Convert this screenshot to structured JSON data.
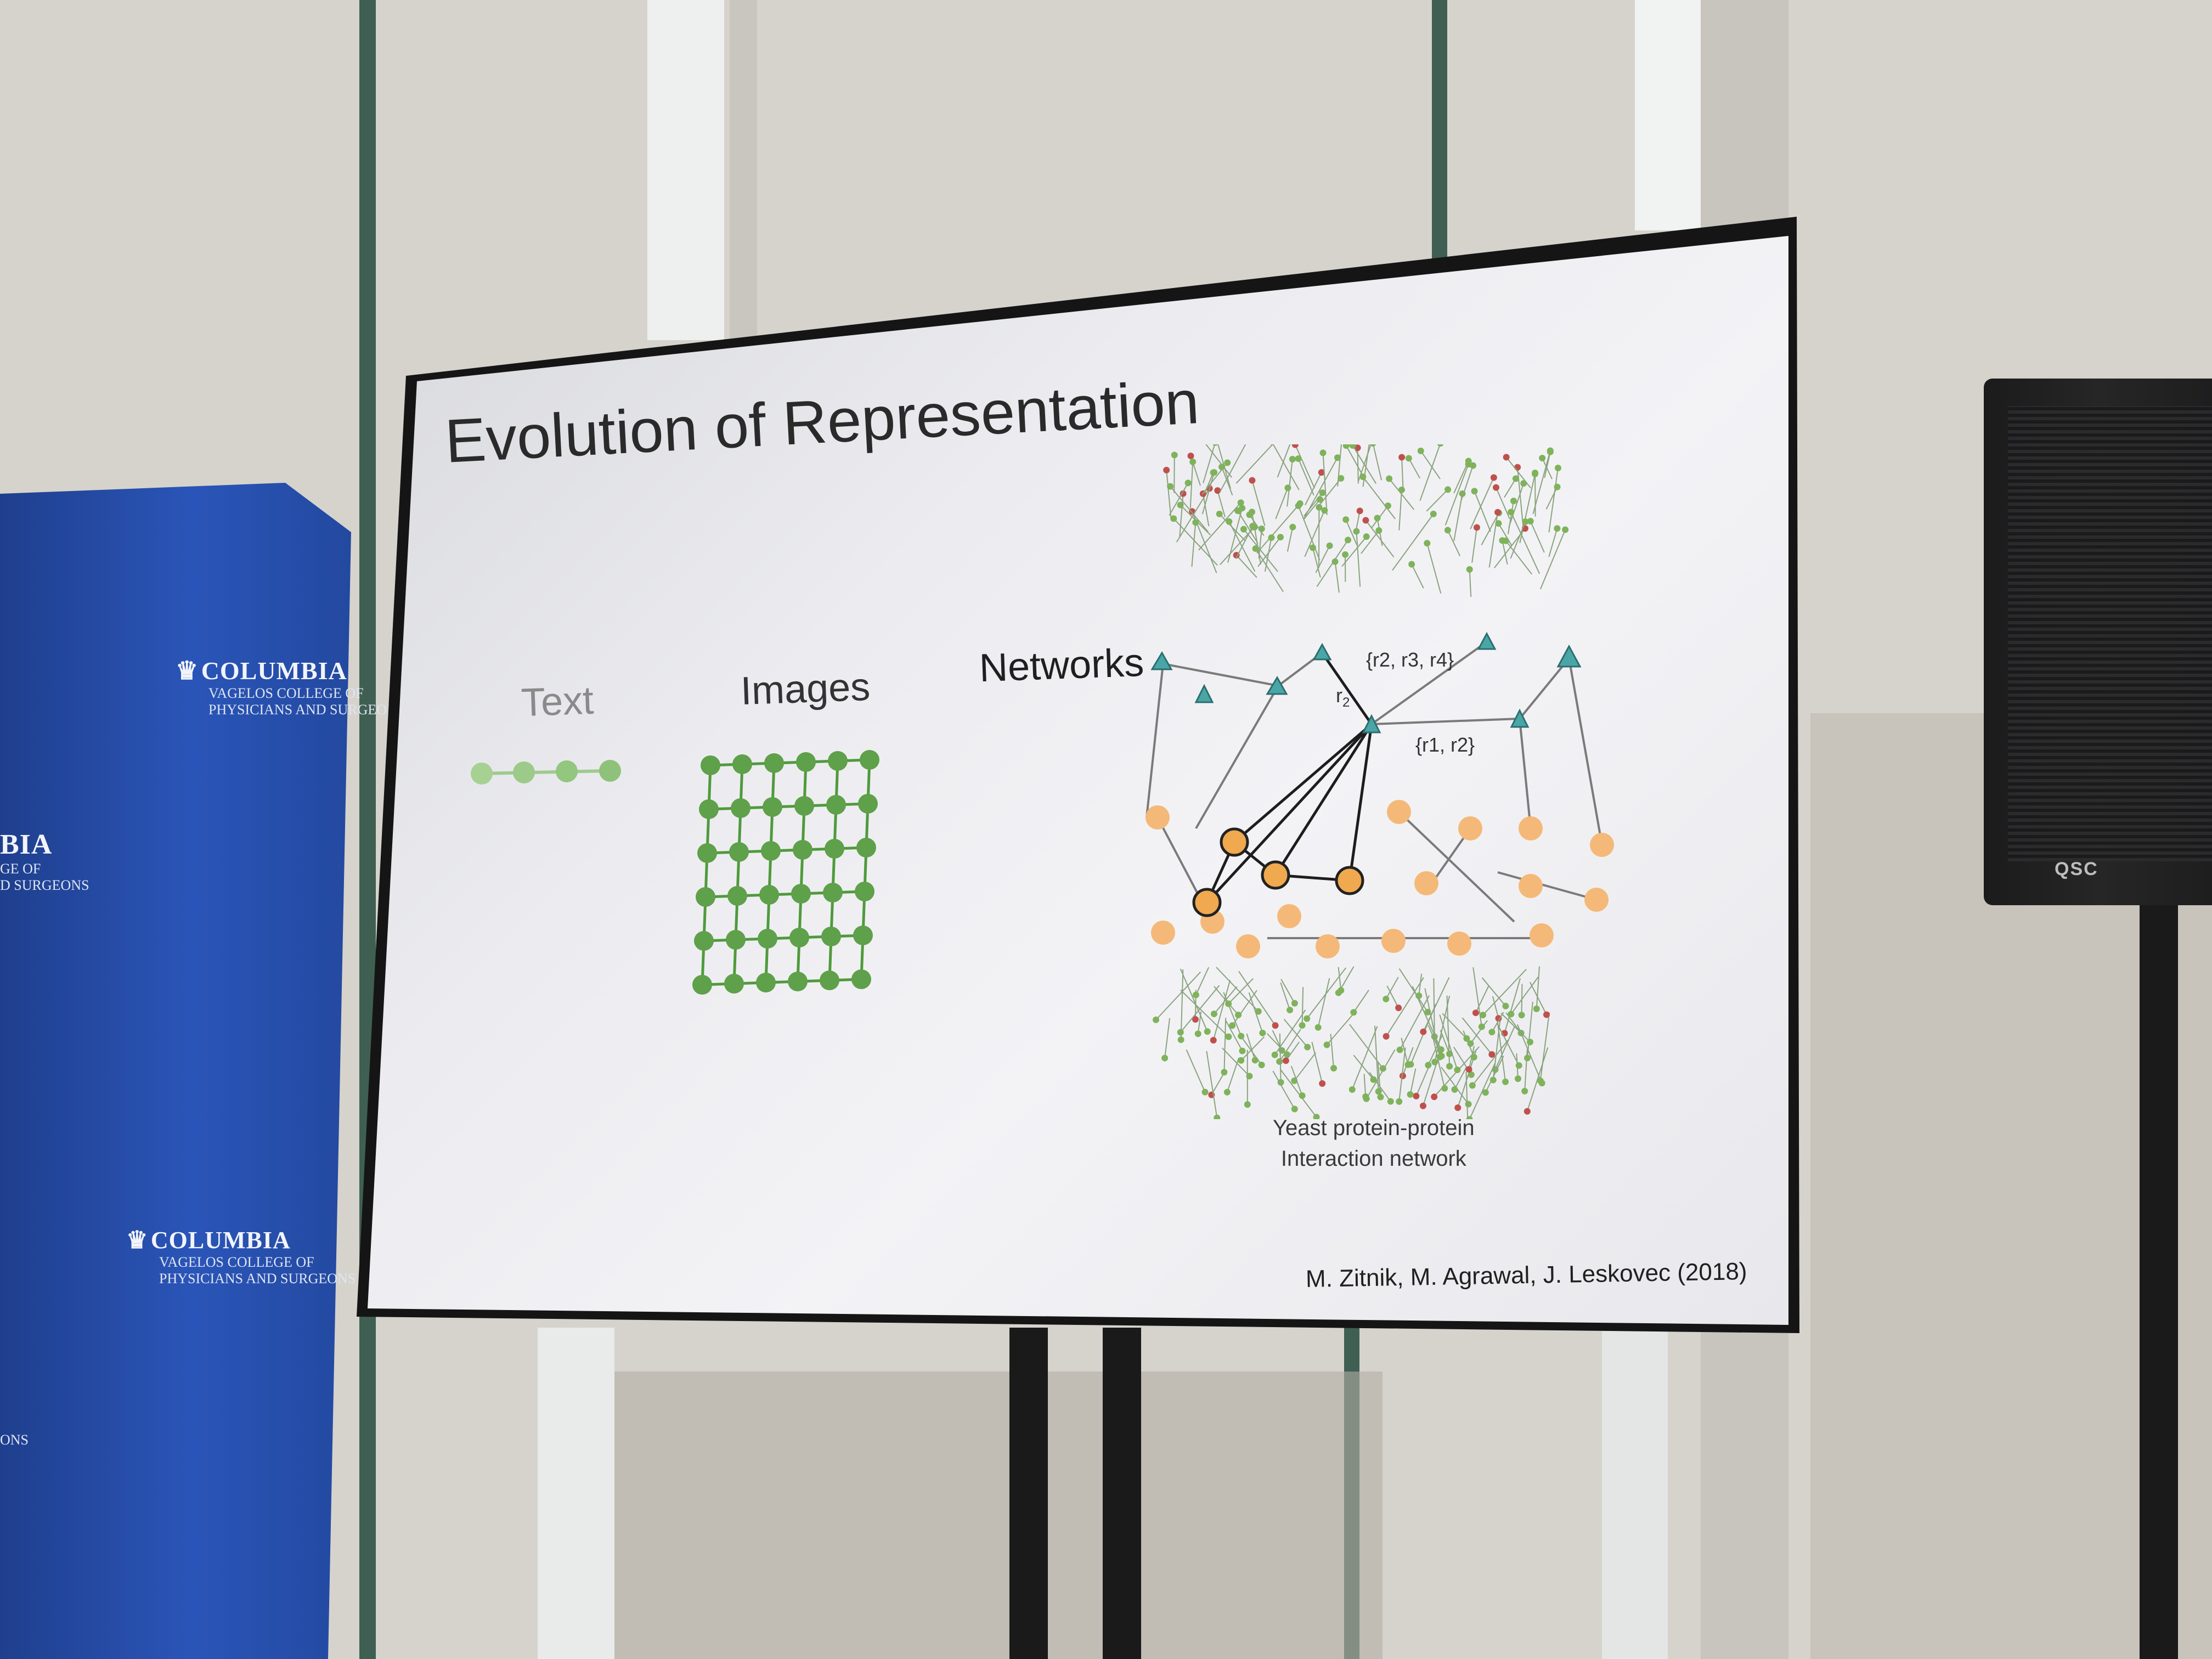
{
  "slide": {
    "title": "Evolution of Representation",
    "panels": {
      "text_label": "Text",
      "images_label": "Images",
      "networks_label": "Networks"
    },
    "network_relations": {
      "r2": "r",
      "r2_sub": "2",
      "set_r234": "{r2, r3, r4}",
      "set_r12": "{r1, r2}"
    },
    "caption_line1": "Yeast protein-protein",
    "caption_line2": "Interaction network",
    "citation": "M. Zitnik, M. Agrawal, J. Leskovec (2018)"
  },
  "banner": {
    "logo_1": "COLUMBIA",
    "logo_1_sub1": "VAGELOS COLLEGE OF",
    "logo_1_sub2": "PHYSICIANS AND SURGEONS",
    "logo_2": "COLUMBIA",
    "logo_2_sub1": "VAGELOS COLLEGE OF",
    "logo_2_sub2": "PHYSICIANS AND SURGEONS",
    "partial_1": "BIA",
    "partial_1_sub1": "GE OF",
    "partial_1_sub2": "D SURGEONS",
    "partial_2": "ONS"
  },
  "speaker": {
    "brand": "QSC"
  },
  "colors": {
    "node_green": "#5fa04a",
    "node_orange": "#f2b474",
    "triangle_teal": "#4aa6a6",
    "banner_blue": "#2a55b8"
  }
}
